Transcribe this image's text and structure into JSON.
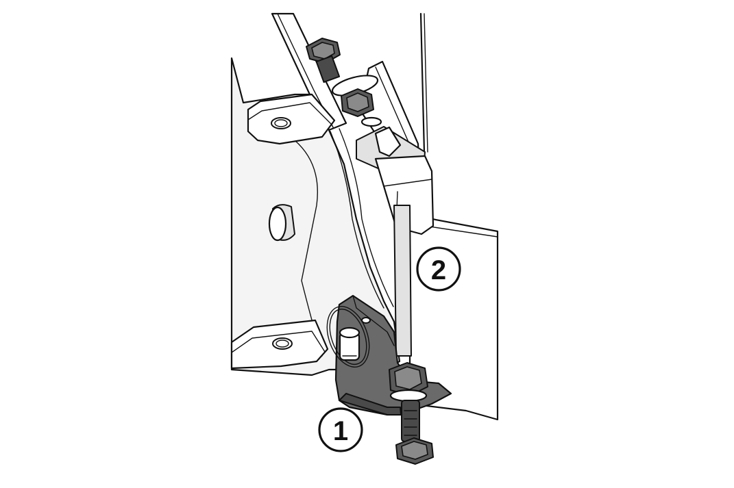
{
  "callouts": [
    {
      "label": "1",
      "part": "bracket"
    },
    {
      "label": "2",
      "part": "mounting-plate"
    }
  ],
  "colors": {
    "line": "#111111",
    "bracket": "#6a6a6a",
    "hardware": "#5a5a5a",
    "background": "#ffffff"
  }
}
